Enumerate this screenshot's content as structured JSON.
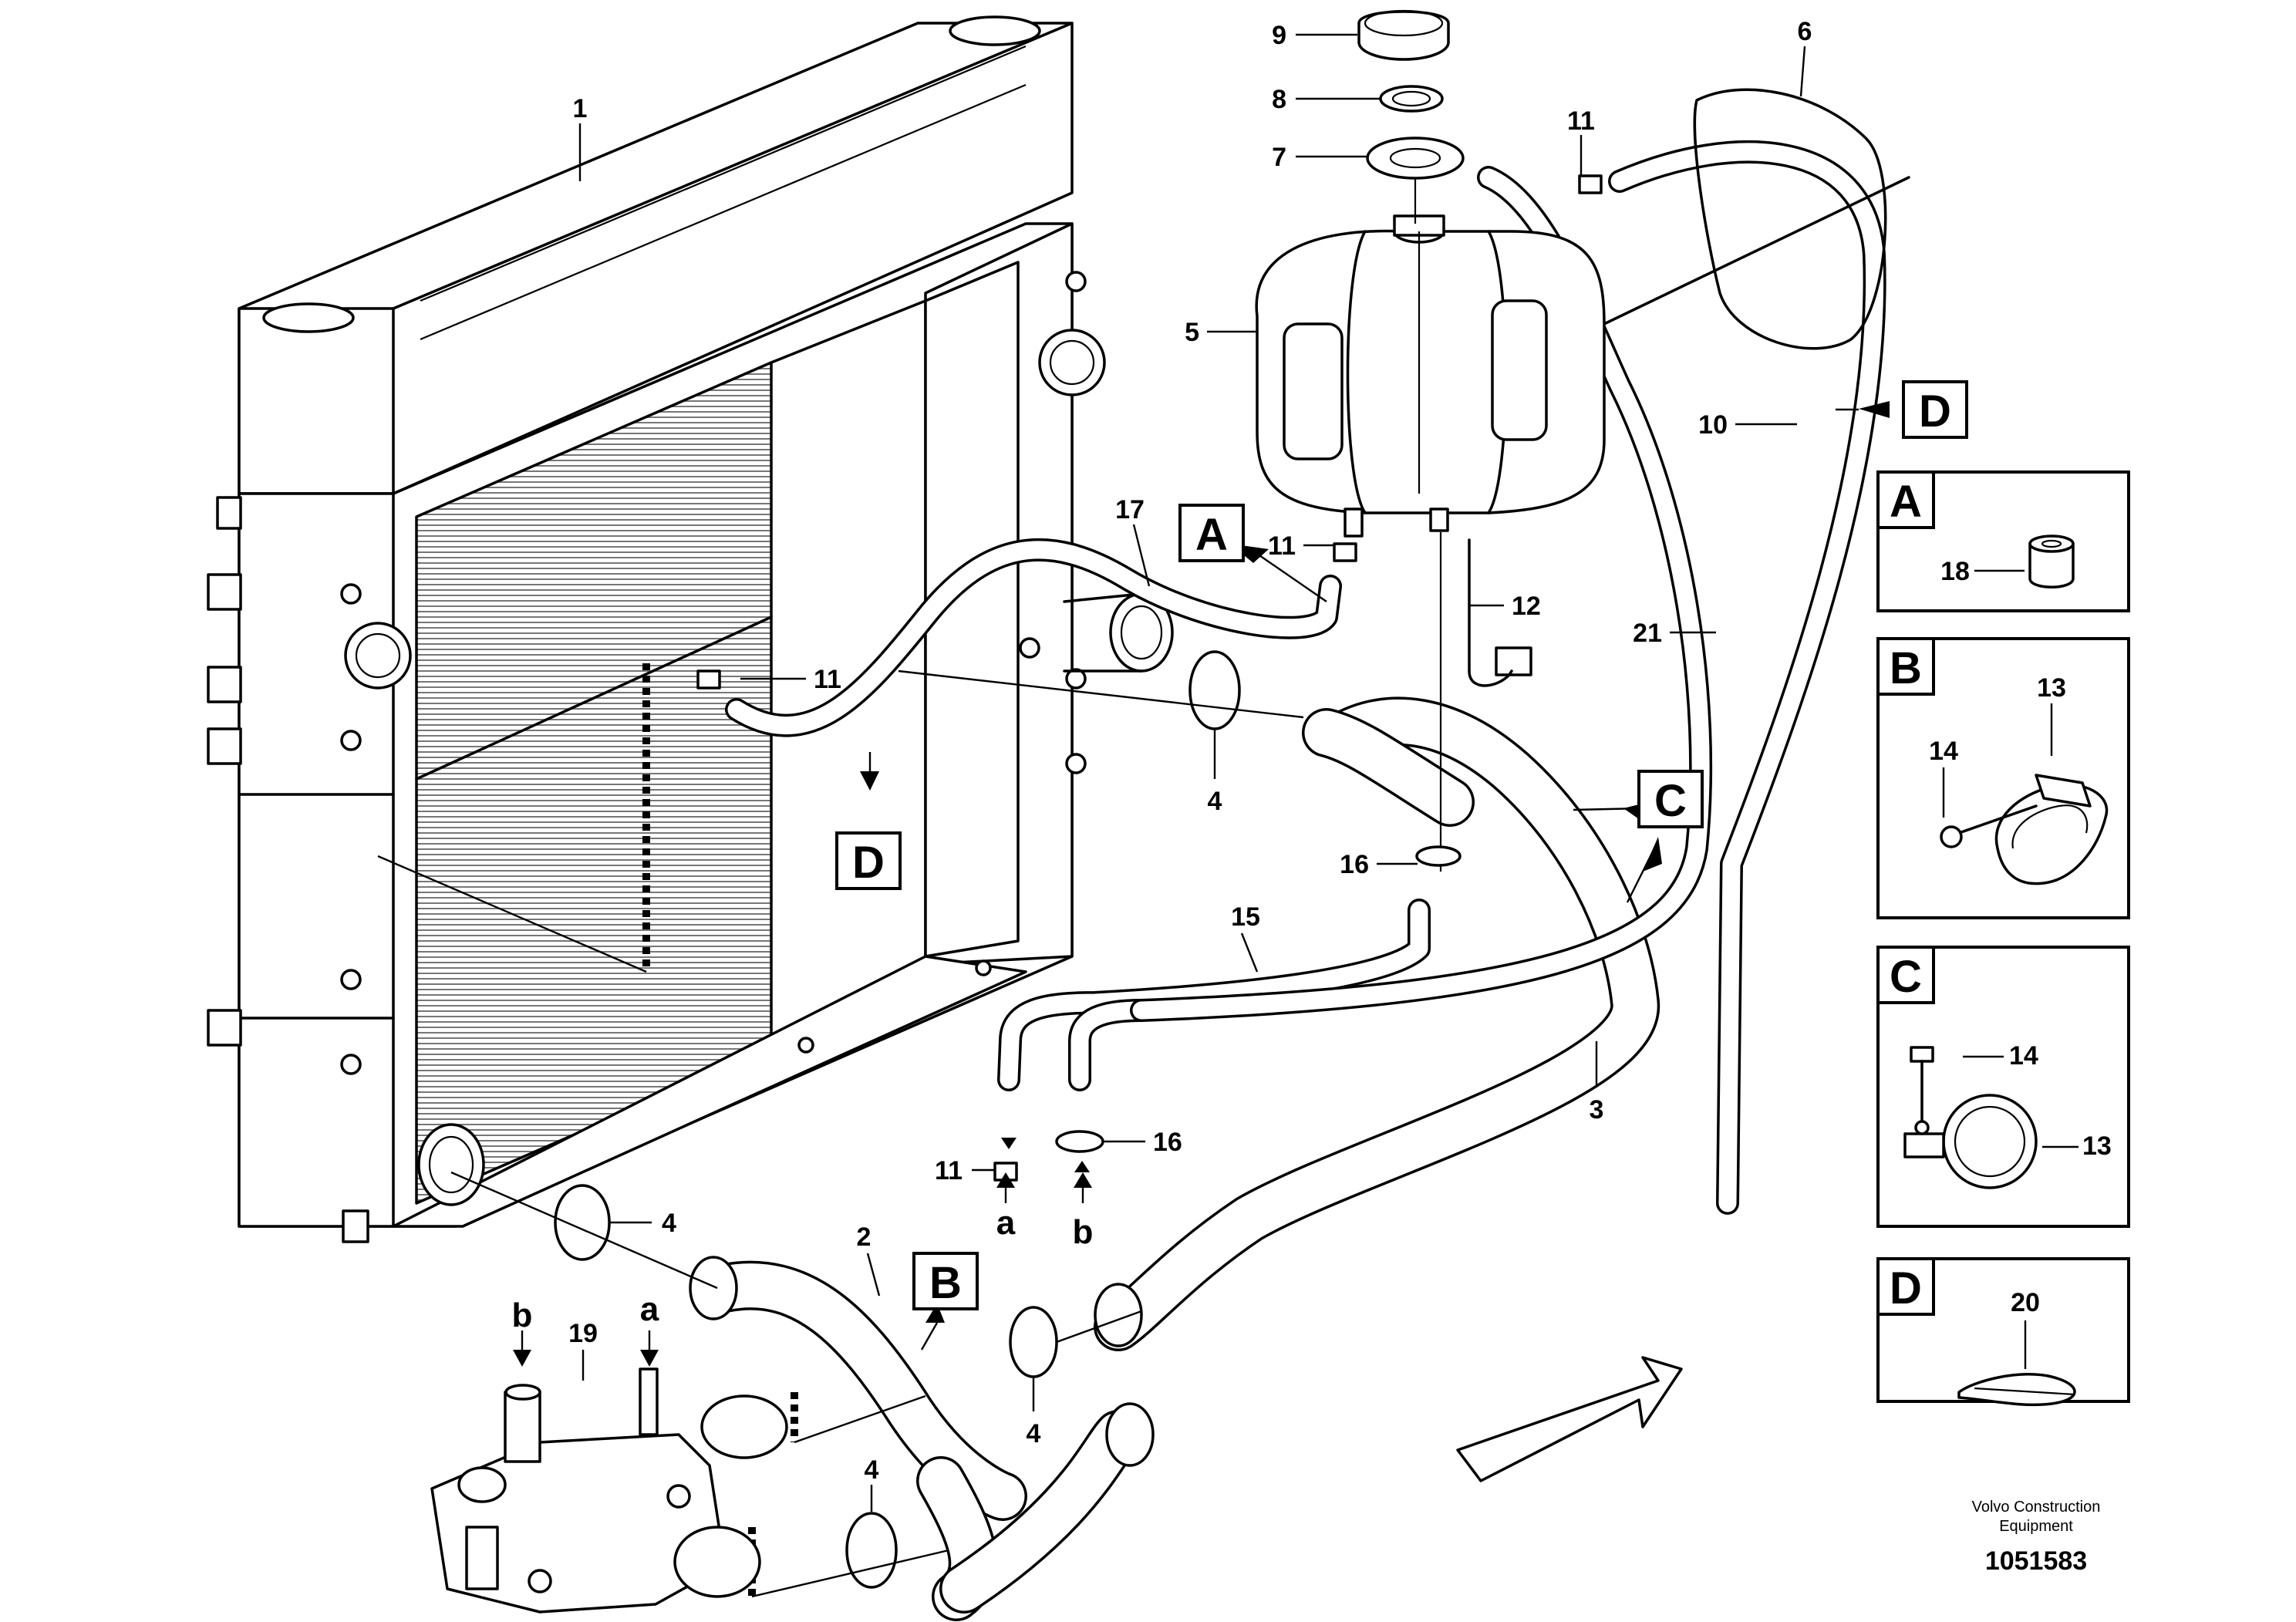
{
  "figure": {
    "id_number": "1051583",
    "publisher_line1": "Volvo Construction",
    "publisher_line2": "Equipment"
  },
  "callouts": {
    "c1": "1",
    "c2": "2",
    "c3": "3",
    "c4a": "4",
    "c4b": "4",
    "c4c": "4",
    "c4d": "4",
    "c5": "5",
    "c6": "6",
    "c7": "7",
    "c8": "8",
    "c9": "9",
    "c10": "10",
    "c11a": "11",
    "c11b": "11",
    "c11c": "11",
    "c11d": "11",
    "c12": "12",
    "c15": "15",
    "c16a": "16",
    "c16b": "16",
    "c17": "17",
    "c19": "19",
    "c21": "21",
    "sub_a1": "a",
    "sub_a2": "a",
    "sub_b1": "b",
    "sub_b2": "b"
  },
  "detail_flags": {
    "A1": "A",
    "B1": "B",
    "C1": "C",
    "D1": "D",
    "D2": "D"
  },
  "detail_panels": [
    {
      "letter": "A",
      "parts": [
        "18"
      ]
    },
    {
      "letter": "B",
      "parts": [
        "14",
        "13"
      ]
    },
    {
      "letter": "C",
      "parts": [
        "14",
        "13"
      ]
    },
    {
      "letter": "D",
      "parts": [
        "20"
      ]
    }
  ]
}
